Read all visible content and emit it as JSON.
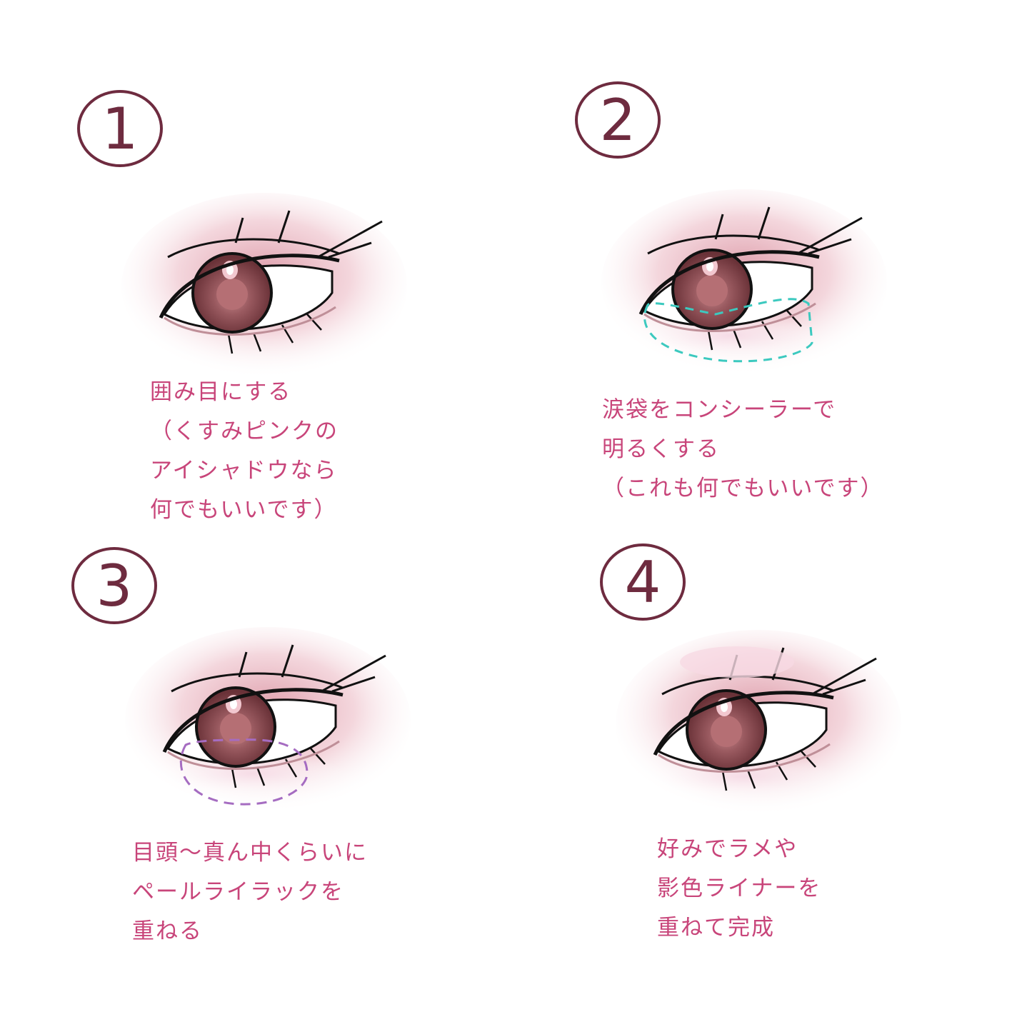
{
  "colors": {
    "text": "#c8457a",
    "number_ink": "#6e2b3f",
    "concealer_guide": "#3cc9bf",
    "lilac_guide": "#a56cc1",
    "shadow": "#e9b6c2",
    "iris": "#7a3e44"
  },
  "steps": [
    {
      "number": "1",
      "lines": [
        "囲み目にする",
        "（くすみピンクの",
        "アイシャドウなら",
        "何でもいいです）"
      ]
    },
    {
      "number": "2",
      "lines": [
        "涙袋をコンシーラーで",
        "明るくする",
        "（これも何でもいいです）"
      ]
    },
    {
      "number": "3",
      "lines": [
        "目頭〜真ん中くらいに",
        "ペールライラックを",
        "重ねる"
      ]
    },
    {
      "number": "4",
      "lines": [
        "好みでラメや",
        "影色ライナーを",
        "重ねて完成"
      ]
    }
  ]
}
